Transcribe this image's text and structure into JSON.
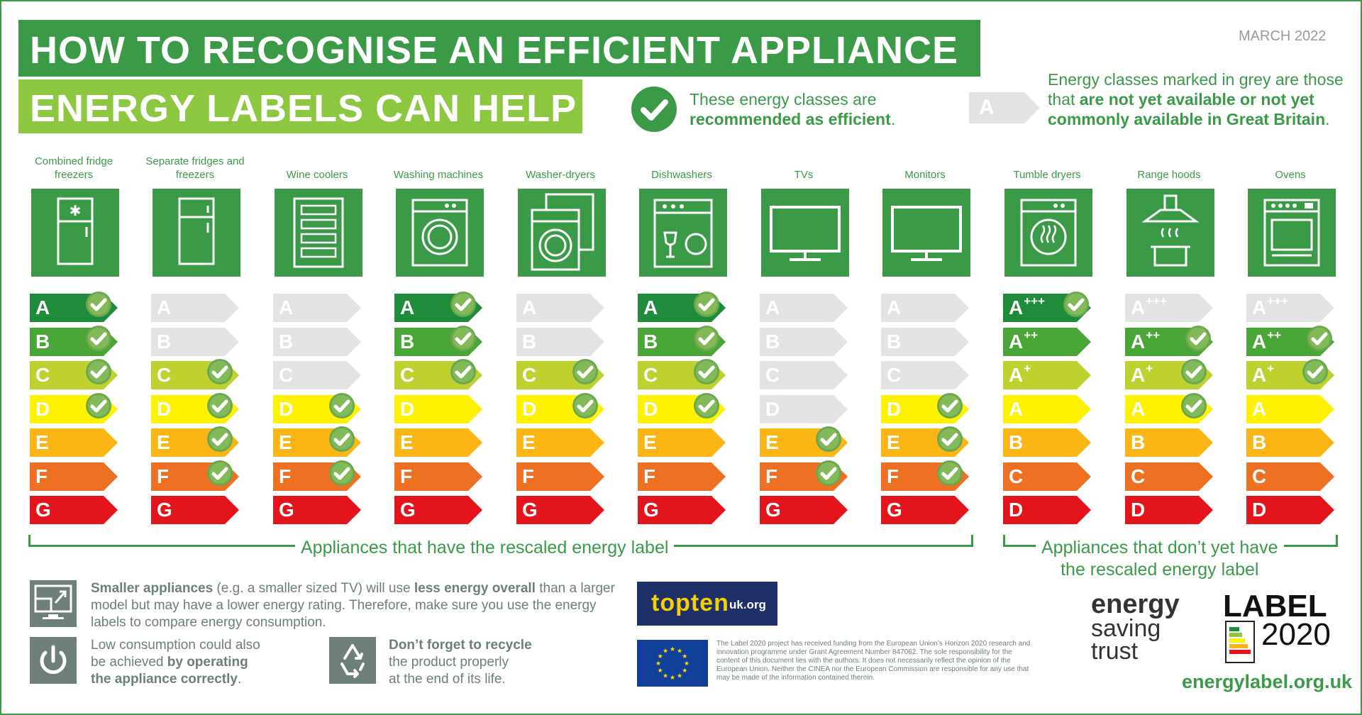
{
  "header": {
    "title_line1": "HOW TO RECOGNISE AN EFFICIENT APPLIANCE",
    "title_line2": "ENERGY LABELS CAN HELP",
    "date": "MARCH 2022"
  },
  "legend": {
    "recommended_text_plain": "These energy classes are",
    "recommended_text_bold": "recommended as efficient",
    "recommended_text_end": ".",
    "grey_example_letter": "A",
    "grey_text_plain1": "Energy classes marked in grey are those",
    "grey_text_plain2": "that ",
    "grey_text_bold1": "are not yet available or not yet",
    "grey_text_bold2": "commonly available in Great Britain",
    "grey_text_end": "."
  },
  "colors": {
    "brand_green": "#3a9a48",
    "light_green": "#8dc63f",
    "grey_band": "#e3e3e3",
    "band_colors": [
      "#1e8c3a",
      "#4aa637",
      "#bfd12f",
      "#fff200",
      "#fbb615",
      "#ee7023",
      "#e3141b"
    ]
  },
  "appliances": [
    {
      "name": "Combined fridge freezers",
      "icon": "fridge-freezer-icon",
      "labels": [
        "A",
        "B",
        "C",
        "D",
        "E",
        "F",
        "G"
      ],
      "grey": [
        false,
        false,
        false,
        false,
        false,
        false,
        false
      ],
      "checked": [
        true,
        true,
        true,
        true,
        false,
        false,
        false
      ]
    },
    {
      "name": "Separate fridges and freezers",
      "icon": "fridge-icon",
      "labels": [
        "A",
        "B",
        "C",
        "D",
        "E",
        "F",
        "G"
      ],
      "grey": [
        true,
        true,
        false,
        false,
        false,
        false,
        false
      ],
      "checked": [
        false,
        false,
        true,
        true,
        true,
        true,
        false
      ]
    },
    {
      "name": "Wine coolers",
      "icon": "wine-cooler-icon",
      "labels": [
        "A",
        "B",
        "C",
        "D",
        "E",
        "F",
        "G"
      ],
      "grey": [
        true,
        true,
        true,
        false,
        false,
        false,
        false
      ],
      "checked": [
        false,
        false,
        false,
        true,
        true,
        true,
        false
      ]
    },
    {
      "name": "Washing machines",
      "icon": "washing-machine-icon",
      "labels": [
        "A",
        "B",
        "C",
        "D",
        "E",
        "F",
        "G"
      ],
      "grey": [
        false,
        false,
        false,
        false,
        false,
        false,
        false
      ],
      "checked": [
        true,
        true,
        true,
        false,
        false,
        false,
        false
      ]
    },
    {
      "name": "Washer-dryers",
      "icon": "washer-dryer-icon",
      "labels": [
        "A",
        "B",
        "C",
        "D",
        "E",
        "F",
        "G"
      ],
      "grey": [
        true,
        true,
        false,
        false,
        false,
        false,
        false
      ],
      "checked": [
        false,
        false,
        true,
        true,
        false,
        false,
        false
      ]
    },
    {
      "name": "Dishwashers",
      "icon": "dishwasher-icon",
      "labels": [
        "A",
        "B",
        "C",
        "D",
        "E",
        "F",
        "G"
      ],
      "grey": [
        false,
        false,
        false,
        false,
        false,
        false,
        false
      ],
      "checked": [
        true,
        true,
        true,
        true,
        false,
        false,
        false
      ]
    },
    {
      "name": "TVs",
      "icon": "tv-icon",
      "labels": [
        "A",
        "B",
        "C",
        "D",
        "E",
        "F",
        "G"
      ],
      "grey": [
        true,
        true,
        true,
        true,
        false,
        false,
        false
      ],
      "checked": [
        false,
        false,
        false,
        false,
        true,
        true,
        false
      ]
    },
    {
      "name": "Monitors",
      "icon": "monitor-icon",
      "labels": [
        "A",
        "B",
        "C",
        "D",
        "E",
        "F",
        "G"
      ],
      "grey": [
        true,
        true,
        true,
        false,
        false,
        false,
        false
      ],
      "checked": [
        false,
        false,
        false,
        true,
        true,
        true,
        false
      ]
    },
    {
      "name": "Tumble dryers",
      "icon": "tumble-dryer-icon",
      "labels": [
        "A+++",
        "A++",
        "A+",
        "A",
        "B",
        "C",
        "D"
      ],
      "grey": [
        false,
        false,
        false,
        false,
        false,
        false,
        false
      ],
      "checked": [
        true,
        false,
        false,
        false,
        false,
        false,
        false
      ]
    },
    {
      "name": "Range hoods",
      "icon": "range-hood-icon",
      "labels": [
        "A+++",
        "A++",
        "A+",
        "A",
        "B",
        "C",
        "D"
      ],
      "grey": [
        true,
        false,
        false,
        false,
        false,
        false,
        false
      ],
      "checked": [
        false,
        true,
        true,
        true,
        false,
        false,
        false
      ]
    },
    {
      "name": "Ovens",
      "icon": "oven-icon",
      "labels": [
        "A+++",
        "A++",
        "A+",
        "A",
        "B",
        "C",
        "D"
      ],
      "grey": [
        true,
        false,
        false,
        false,
        false,
        false,
        false
      ],
      "checked": [
        false,
        true,
        true,
        false,
        false,
        false,
        false
      ]
    }
  ],
  "groups": {
    "rescaled": "Appliances that have the rescaled energy label",
    "not_rescaled_line1": "Appliances that don’t yet have",
    "not_rescaled_line2": "the rescaled energy label"
  },
  "tips": {
    "smaller_bold1": "Smaller appliances",
    "smaller_text1": " (e.g. a smaller sized TV) will use ",
    "smaller_bold2": "less energy overall",
    "smaller_text2": " than a larger",
    "smaller_line2": "model but may have a lower energy rating. Therefore, make sure you use the energy",
    "smaller_line3": "labels to compare energy consumption.",
    "consumption_line1": "Low consumption could also",
    "consumption_line2a": "be achieved ",
    "consumption_line2b": "by operating",
    "consumption_line3": "the appliance correctly",
    "consumption_end": ".",
    "recycle_bold": "Don’t forget to recycle",
    "recycle_line2": "the product properly",
    "recycle_line3": "at the end of its life."
  },
  "logos": {
    "topten_main": "topten",
    "topten_suffix": "uk.org",
    "eu_disclaimer": "The Label 2020 project has received funding from the European Union’s Horizon 2020 research and innovation programme under Grant Agreement Number 847062. The sole responsibility for the content of this document lies with the authors. It does not necessarily reflect the opinion of the European Union. Neither the CINEA nor the European Commission are responsible for any use that may be made of the information contained therein.",
    "est_line1": "energy",
    "est_line2": "saving",
    "est_line3": "trust",
    "label_line1": "LABEL",
    "label_line2": "2020",
    "url": "energylabel.org.uk"
  }
}
